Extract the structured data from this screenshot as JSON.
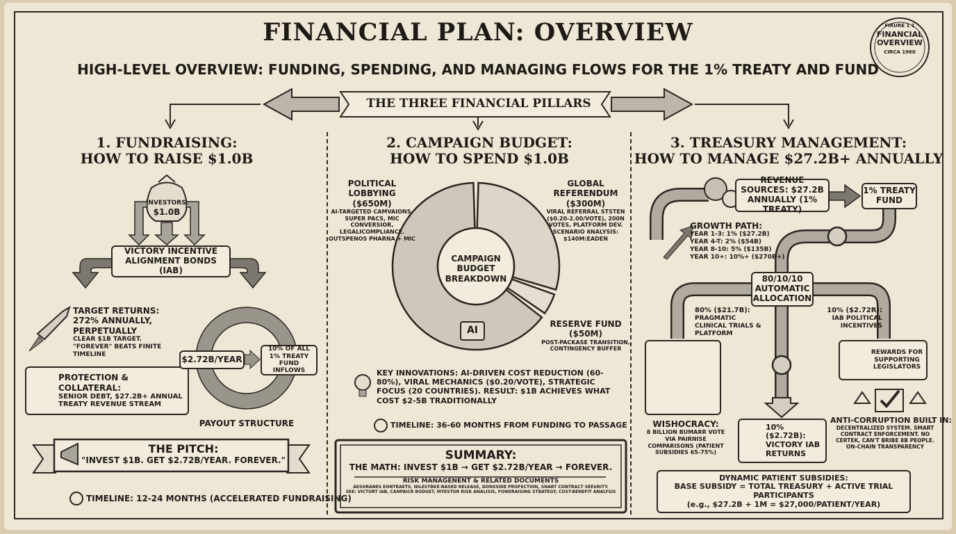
{
  "header": {
    "title": "FINANCIAL PLAN: OVERVIEW",
    "subtitle": "HIGH-LEVEL OVERVIEW: FUNDING, SPENDING, AND MANAGING FLOWS FOR THE 1% TREATY AND FUND",
    "banner": "THE THREE FINANCIAL PILLARS",
    "stamp": {
      "top": "FIRURE 1 1",
      "line1": "FINANCIAL",
      "line2": "OVERVIEW",
      "bottom": "CIRCA 1960"
    }
  },
  "fundraising": {
    "heading1": "1. FUNDRAISING:",
    "heading2": "HOW TO RAISE $1.0B",
    "bag_label": "INVESTORS:",
    "bag_value": "$1.0B",
    "iab": "VICTORY INCENTIVE ALIGNMENT BONDS (IAB)",
    "target_title": "TARGET RETURNS:",
    "target_value1": "272% ANNUALLY,",
    "target_value2": "PERPETUALLY",
    "target_note": "CLEAR $1B TARGET. \"FOREVER\" BEATS FINITE TIMELINE",
    "protection_title": "PROTECTION & COLLATERAL:",
    "protection_text": "SENIOR DEBT, $27.2B+ ANNUAL TREATY REVENUE STREAM",
    "payout_amount": "$2.72B/YEAR",
    "payout_source": "10% OF ALL 1% TREATY FUND INFLOWS",
    "payout_label": "PAYOUT STRUCTURE",
    "pitch_title": "THE PITCH:",
    "pitch_text": "\"INVEST $1B. GET $2.72B/YEAR. FOREVER.\"",
    "timeline": "TIMELINE: 12-24 MONTHS (ACCELERATED FUNDRAISING)"
  },
  "campaign": {
    "heading1": "2. CAMPAIGN BUDGET:",
    "heading2": "HOW TO SPEND $1.0B",
    "center": "CAMPAIGN BUDGET BREAKDOWN",
    "segments": [
      {
        "title": "POLITICAL LOBBYING",
        "amount": "($650M)",
        "value": 650,
        "desc": "AI-TARGETED CAMVAIONS, SUPER PACS, MIC CONVERSIOR, LEGALICOMPLIANCE. OUTSPENOS PHARNA + MIC"
      },
      {
        "title": "GLOBAL REFERENDUM",
        "amount": "($300M)",
        "value": 300,
        "desc": "VIRAL REFERRAL STSTEN ($0.20-2.00/VOTE), 200N VOTES, PLATFORM DEV. SCENARIO 6NALYSIS: $140M:EADEN"
      },
      {
        "title": "RESERVE FUND",
        "amount": "($50M)",
        "value": 50,
        "desc": "POST-PACKASE TRANSITION, CONTINGENCY BUFFER"
      }
    ],
    "ai_label": "AI",
    "innovations": "KEY INNOVATIONS: AI-DRIVEN COST REDUCTION (60-80%), VIRAL MECHANICS ($0.20/VOTE), STRATEGIC FOCUS (20 COUNTRIES). RESULT: $1B ACHIEVES WHAT COST $2-5B TRADITIONALLY",
    "timeline": "TIMELINE: 36-60 MONTHS FROM FUNDING TO PASSAGE"
  },
  "summary": {
    "title": "SUMMARY:",
    "math": "THE MATH: INVEST $1B → GET $2.72B/YEAR → FOREVER.",
    "risk_title": "RISK MANAGENENT & RELATED DOCUMENTS",
    "risk_line1": "AESORANES EONTRAETS, NILESTBKE-BASED RELEASE, DONXSIDE PROFECTION, SNART CONTRACT SEEURITY.",
    "risk_line2": "SEE: VICTORT IAB, CANPAICR BODGET, MYESTOR RISK ANALISIS, FONDRAISING STBATEGY, COST-BENEFIT ANALYSIS"
  },
  "treasury": {
    "heading1": "3. TREASURY MANAGEMENT:",
    "heading2": "HOW TO MANAGE $27.2B+ ANNUALLY",
    "revenue": "REVENUE SOURCES: $27.2B ANNUALLY (1% TREATY)",
    "fund": "1% TREATY FUND",
    "growth_title": "GROWTH PATH:",
    "growth": [
      "YEAR 1-3: 1% ($27.2B)",
      "YEAR 4-T: 2% ($54B)",
      "YEAR 8-10: 5% ($135B)",
      "YEAR 10+: 10%+ ($270B+)"
    ],
    "allocation": "80/10/10 AUTOMATIC ALLOCATION",
    "trials_amount": "80% ($21.7B):",
    "trials_text": "PRAGMATIC CLINICAL TRIALS & PLATFORM",
    "political_amount": "10% ($2.72R):",
    "political_text": "IAB POLITICAL INCENTIVES",
    "rewards": "REWARDS FOR SUPPORTING LEGISLATORS",
    "wish_title": "WISHOCRACY:",
    "wish_text": "8 BILLION BUMARR VOTE VIA PAIRNISE COMPARISONS (PATIENT SUBSIDIES 65-75%)",
    "iab_returns": "10% ($2.72B): VICTORY IAB RETURNS",
    "anti_title": "ANTI-CORRUPTION BUILT IN:",
    "anti_text": "DECENTRALIZED SYSTEM. SMART CONTRACT ENFORCEMENT. NO CERTEK, CAN'T BRIBE 8B PEOPLE. ON-CHAIN TRANSPARENCY",
    "dyn_title": "DYNAMIC PATIENT SUBSIDIES:",
    "dyn_formula": "BASE SUBSIDY = TOTAL TREASURY + ACTIVE TRIAL PARTICIPANTS",
    "dyn_example": "(e.g., $27.2B + 1M = $27,000/PATIENT/YEAR)"
  },
  "colors": {
    "ink": "#1e1b17",
    "paper": "#efe7d6",
    "pipe": "#a9a49a"
  }
}
